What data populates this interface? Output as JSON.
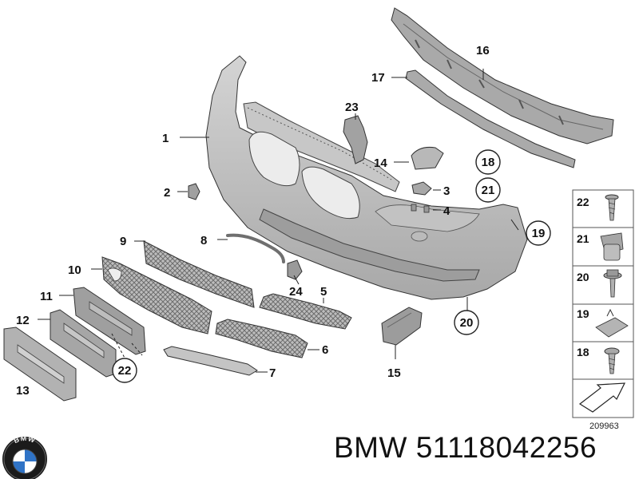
{
  "diagram": {
    "callouts": [
      "1",
      "2",
      "3",
      "4",
      "5",
      "6",
      "7",
      "8",
      "9",
      "10",
      "11",
      "12",
      "13",
      "14",
      "15",
      "16",
      "17",
      "18",
      "19",
      "20",
      "21",
      "22",
      "23",
      "24"
    ],
    "circled": [
      "18",
      "19",
      "20",
      "21",
      "22"
    ],
    "side_panel": [
      "22",
      "21",
      "20",
      "19",
      "18"
    ],
    "diagram_id": "209963"
  },
  "brand": {
    "logo_text": "BMW",
    "caption": "BMW 51118042256"
  },
  "colors": {
    "part_fill": "#b5b5b5",
    "part_dark": "#8f8f8f",
    "line": "#222222",
    "panel_border": "#555555"
  }
}
